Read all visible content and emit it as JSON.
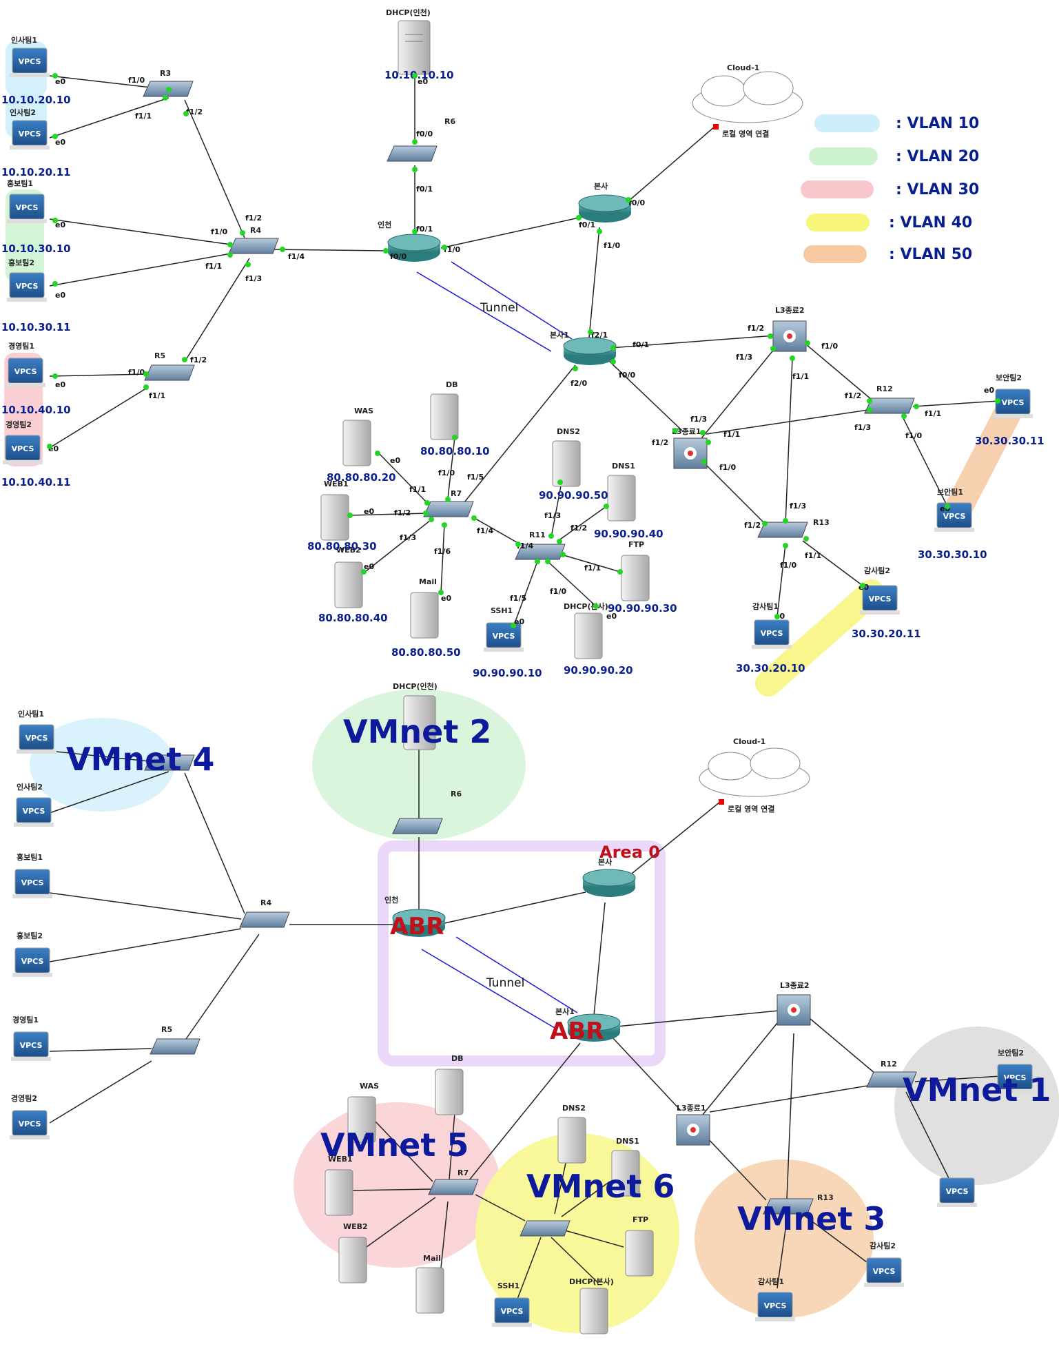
{
  "colors": {
    "vlan10": "#cdeefa",
    "vlan20": "#cdf2cf",
    "vlan30": "#f8c7cc",
    "vlan40": "#f7f57a",
    "vlan50": "#f6c9a2",
    "area0": "#e3cbf6",
    "vmnet1": "#d6d6d6",
    "vmnet2": "#cdf2cf",
    "vmnet3": "#f6c9a2",
    "vmnet4": "#cdeefa",
    "vmnet5": "#f8c7cc",
    "vmnet6": "#f7f57a",
    "link": "#222222",
    "tunnel": "#1a1ad9",
    "dot": "#23d623",
    "router": "#3c9898",
    "switch": "#7a97b3",
    "ink": "#0d1a9a",
    "red": "#c0101a"
  },
  "legend": {
    "items": [
      {
        "label": ": VLAN 10",
        "color": "#cdeefa"
      },
      {
        "label": ": VLAN 20",
        "color": "#cdf2cf"
      },
      {
        "label": ": VLAN 30",
        "color": "#f8c7cc"
      },
      {
        "label": ": VLAN 40",
        "color": "#f7f57a"
      },
      {
        "label": ": VLAN 50",
        "color": "#f6c9a2"
      }
    ]
  },
  "device_labels": {
    "insa1": "인사팀1",
    "insa2": "인사팀2",
    "hongbo1": "홍보팀1",
    "hongbo2": "홍보팀2",
    "gyeongyeong1": "경영팀1",
    "gyeongyeong2": "경영팀2",
    "r3": "R3",
    "r4": "R4",
    "r5": "R5",
    "r6": "R6",
    "r7": "R7",
    "r11": "R11",
    "r12": "R12",
    "r13": "R13",
    "dhcp_incheon": "DHCP(인천)",
    "cloud": "Cloud-1",
    "local_conn": "로컬 영역 연결",
    "bonsa": "본사",
    "incheon": "인천",
    "bonsa1": "본사1",
    "l3sw2": "L3종료2",
    "l3sw1": "L3종료1",
    "boan1": "보안팀1",
    "boan2": "보안팀2",
    "gamsa1": "감사팀1",
    "gamsa2": "감사팀2",
    "db": "DB",
    "was": "WAS",
    "web1": "WEB1",
    "web2": "WEB2",
    "mail": "Mail",
    "dns1": "DNS1",
    "dns2": "DNS2",
    "ftp": "FTP",
    "ssh": "SSH1",
    "dhcp_bonsa": "DHCP(본사)",
    "tunnel": "Tunnel",
    "vpcs": "VPCS"
  },
  "ips": {
    "insa1": "10.10.20.10",
    "insa2": "10.10.20.11",
    "hongbo1": "10.10.30.10",
    "hongbo2": "10.10.30.11",
    "gyeongyeong1": "10.10.40.10",
    "gyeongyeong2": "10.10.40.11",
    "dhcp_incheon": "10.10.10.10",
    "db": "80.80.80.10",
    "was": "80.80.80.20",
    "web1": "80.80.80.30",
    "web2": "80.80.80.40",
    "mail": "80.80.80.50",
    "dns2": "90.90.90.50",
    "dns1": "90.90.90.40",
    "ftp": "90.90.90.30",
    "dhcp_bonsa": "90.90.90.20",
    "ssh": "90.90.90.10",
    "boan2": "30.30.30.11",
    "boan1": "30.30.30.10",
    "gamsa1": "30.30.20.10",
    "gamsa2": "30.30.20.11"
  },
  "annotations": {
    "vmnet1": "VMnet 1",
    "vmnet2": "VMnet 2",
    "vmnet3": "VMnet 3",
    "vmnet4": "VMnet 4",
    "vmnet5": "VMnet 5",
    "vmnet6": "VMnet 6",
    "area0": "Area 0",
    "abr": "ABR"
  }
}
